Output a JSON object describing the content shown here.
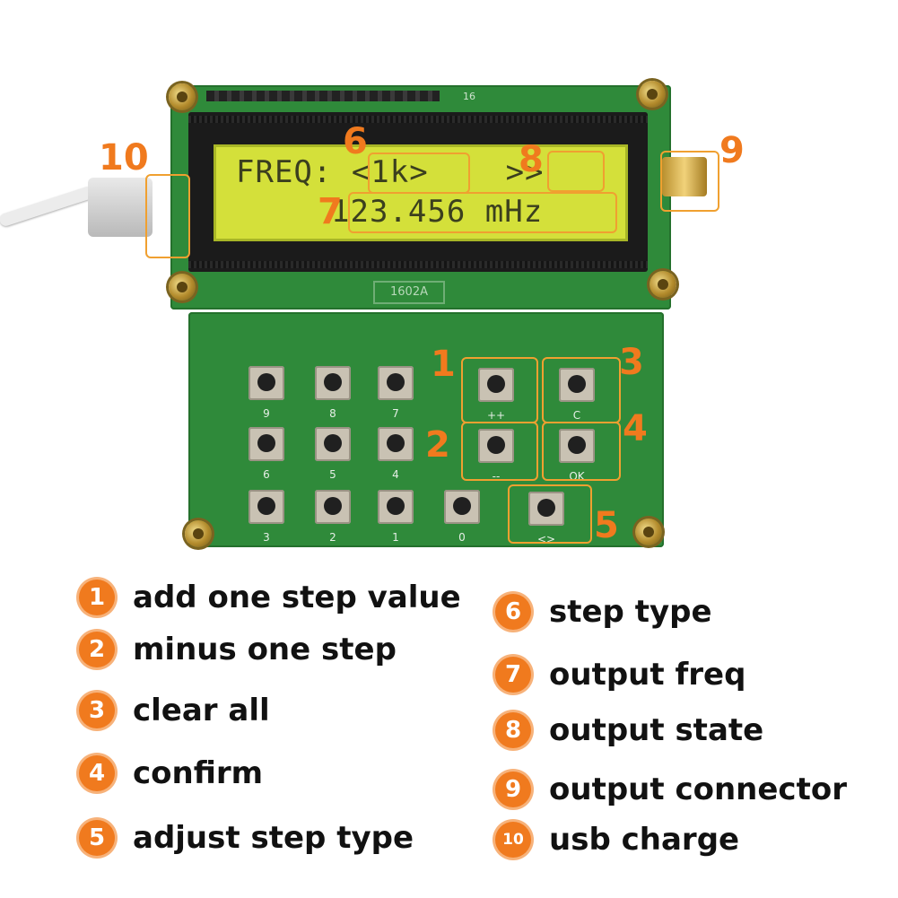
{
  "device": {
    "lcd_line1": "FREQ: <1k>    >>",
    "lcd_line2": "123.456 mHz",
    "pin_count_label": "16",
    "model_label": "1602A"
  },
  "keypad": {
    "row1": [
      "9",
      "8",
      "7"
    ],
    "row2": [
      "6",
      "5",
      "4"
    ],
    "row3": [
      "3",
      "2",
      "1",
      "0"
    ],
    "plus_label": "++",
    "minus_label": "--",
    "clear_label": "C",
    "ok_label": "OK",
    "step_label": "<>"
  },
  "callouts": [
    "1",
    "2",
    "3",
    "4",
    "5",
    "6",
    "7",
    "8",
    "9",
    "10"
  ],
  "legend": {
    "left": [
      {
        "num": "1",
        "text": "add one step value"
      },
      {
        "num": "2",
        "text": "minus one step"
      },
      {
        "num": "3",
        "text": "clear all"
      },
      {
        "num": "4",
        "text": "confirm"
      },
      {
        "num": "5",
        "text": "adjust step type"
      }
    ],
    "right": [
      {
        "num": "6",
        "text": "step type"
      },
      {
        "num": "7",
        "text": "output freq"
      },
      {
        "num": "8",
        "text": "output state"
      },
      {
        "num": "9",
        "text": "output connector"
      },
      {
        "num": "10",
        "text": "usb charge"
      }
    ]
  },
  "colors": {
    "accent": "#f07a1e",
    "pcb": "#2f8a3a",
    "lcd_backlight": "#d4e03a"
  }
}
